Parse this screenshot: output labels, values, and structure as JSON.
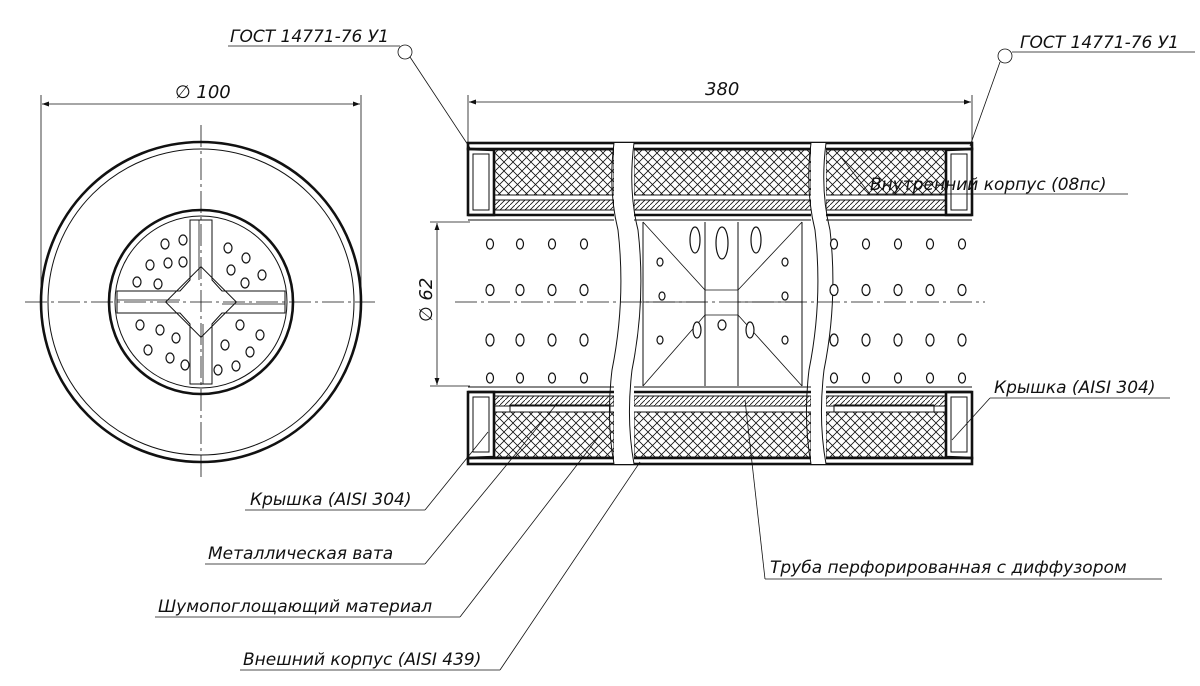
{
  "labels": {
    "gost_left": "ГОСТ 14771-76 У1",
    "gost_right": "ГОСТ 14771-76 У1",
    "dim_diameter_100": "∅ 100",
    "dim_length_380": "380",
    "dim_diameter_62": "∅ 62",
    "inner_casing": "Внутренний корпус (08пс)",
    "cap_right": "Крышка (AISI 304)",
    "cap_left": "Крышка (AISI 304)",
    "metal_wool": "Металлическая вата",
    "sound_absorbing": "Шумопоглощающий материал",
    "outer_casing": "Внешний корпус (AISI 439)",
    "perforated_pipe": "Труба перфорированная с диффузором"
  },
  "colors": {
    "line": "#111111",
    "background": "#ffffff"
  }
}
